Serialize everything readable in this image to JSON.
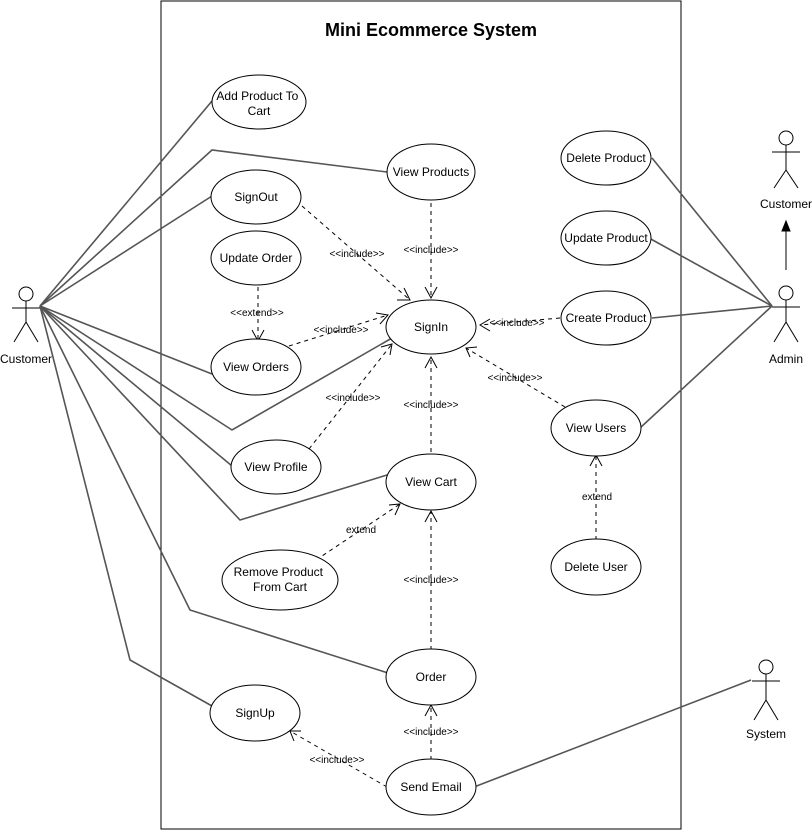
{
  "title": "Mini Ecommerce System",
  "actors": {
    "customer_left": "Customer",
    "customer_right": "Customer",
    "admin": "Admin",
    "system": "System"
  },
  "use_cases": {
    "add_to_cart": [
      "Add Product To",
      "Cart"
    ],
    "view_products": "View Products",
    "signout": "SignOut",
    "update_order": "Update Order",
    "view_orders": "View Orders",
    "signin": "SignIn",
    "view_profile": "View Profile",
    "view_cart": "View Cart",
    "remove_from_cart": [
      "Remove Product",
      "From Cart"
    ],
    "order": "Order",
    "signup": "SignUp",
    "send_email": "Send Email",
    "delete_product": "Delete Product",
    "update_product": "Update Product",
    "create_product": "Create Product",
    "view_users": "View Users",
    "delete_user": "Delete User"
  },
  "relations": {
    "include": "<<include>>",
    "extend_stereo": "<<extend>>",
    "extend_plain": "extend"
  }
}
